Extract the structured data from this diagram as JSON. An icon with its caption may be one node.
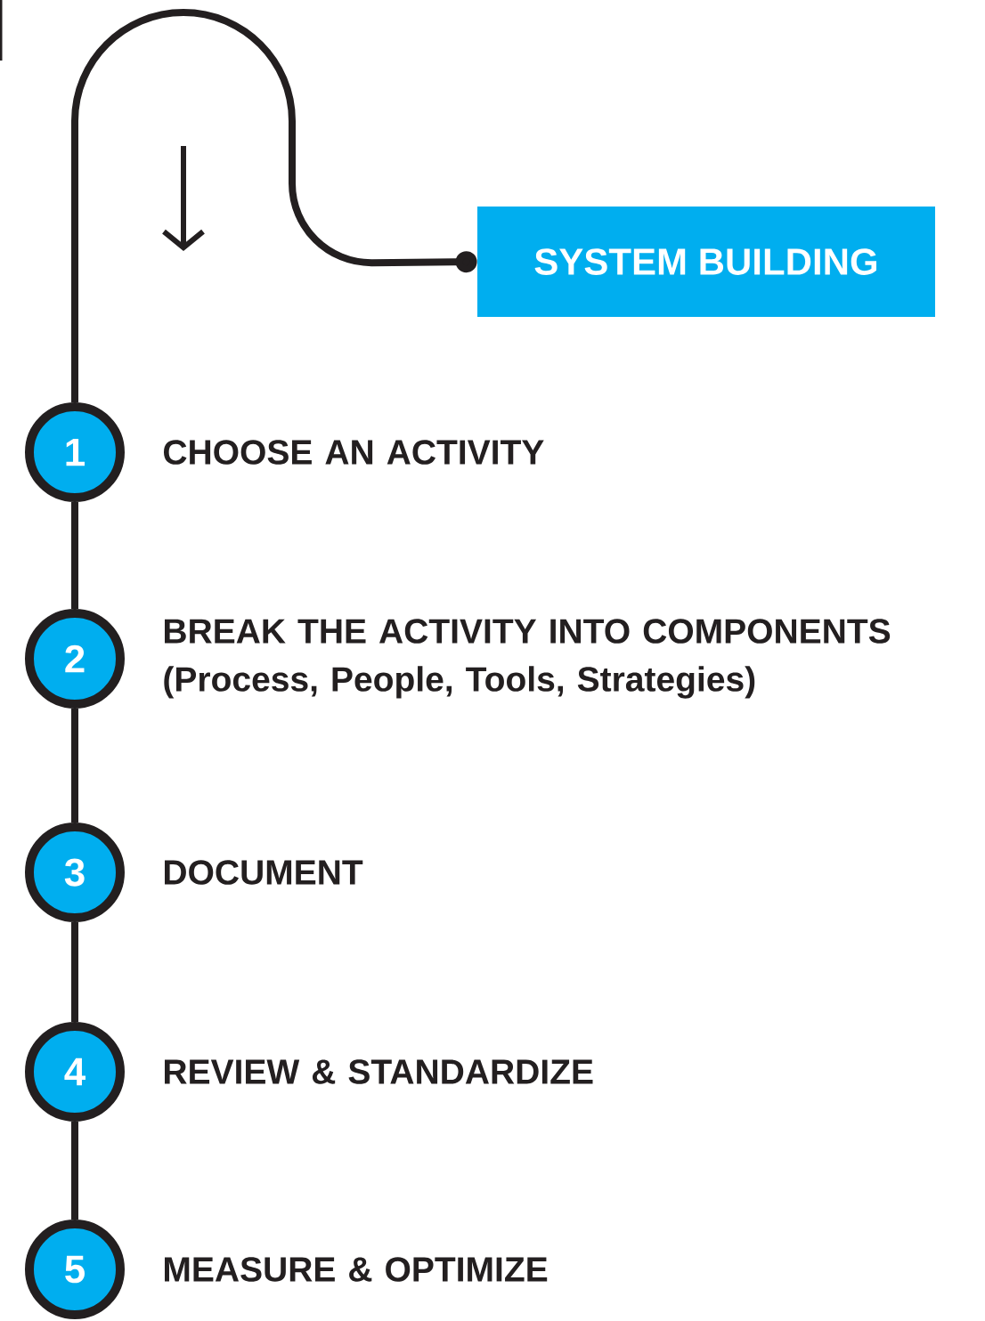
{
  "diagram": {
    "nodes": [
      {
        "text": [
          "SYSTEM BUILDING"
        ]
      },
      {
        "text": [
          "1"
        ],
        "beside": [
          "CHOOSE AN ACTIVITY"
        ]
      },
      {
        "text": [
          "2"
        ],
        "beside": [
          "BREAK THE ACTIVITY INTO COMPONENTS (Process, People, Tools, Strategies)"
        ]
      },
      {
        "text": [
          "3"
        ],
        "beside": [
          "DOCUMENT"
        ]
      },
      {
        "text": [
          "4"
        ],
        "beside": [
          "REVIEW & STANDARDIZE"
        ]
      },
      {
        "text": [
          "5"
        ],
        "beside": [
          "MEASURE & OPTIMIZE"
        ]
      }
    ],
    "edges": [
      {
        "from": 0,
        "to": 1,
        "arrow": "other"
      },
      {
        "from": 1,
        "to": 2,
        "arrow": "none"
      },
      {
        "from": 2,
        "to": 3,
        "arrow": "none"
      },
      {
        "from": 3,
        "to": 4,
        "arrow": "none"
      },
      {
        "from": 4,
        "to": 5,
        "arrow": "none"
      }
    ]
  }
}
